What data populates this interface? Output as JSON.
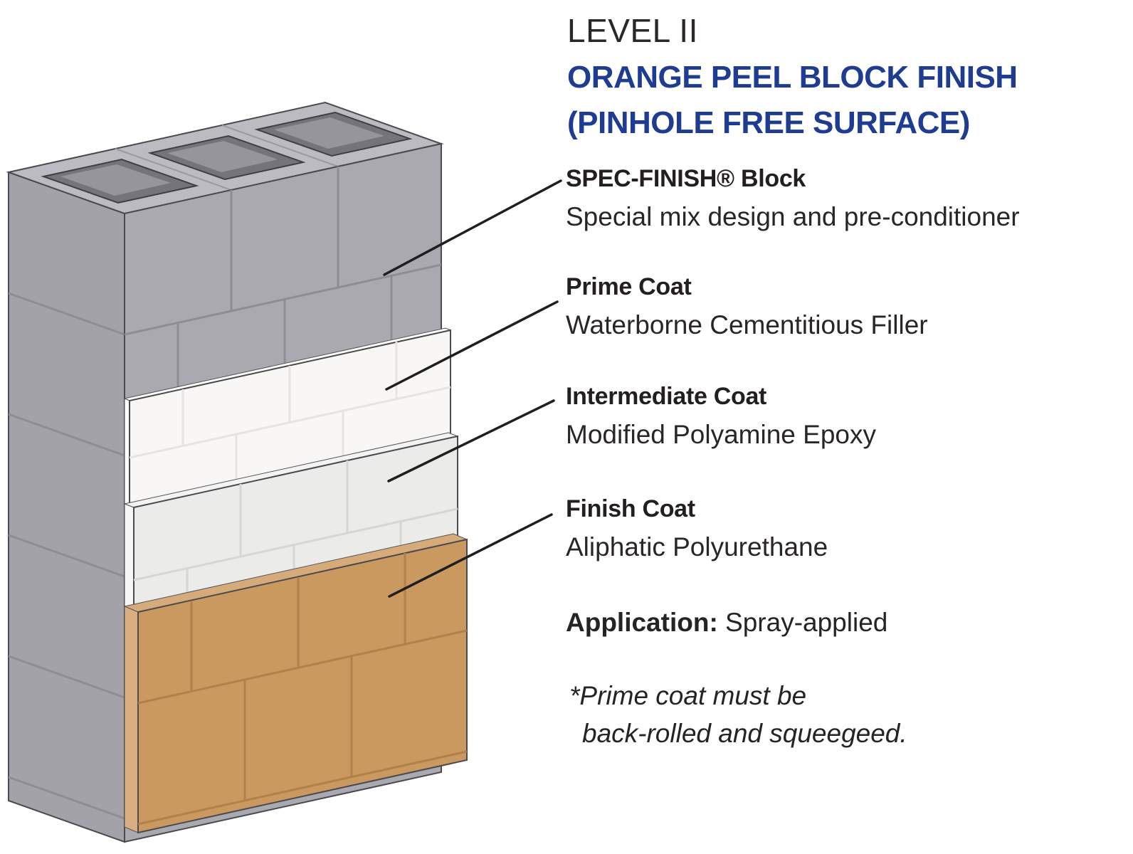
{
  "title": {
    "level": "LEVEL II",
    "finish": "ORANGE PEEL BLOCK FINISH",
    "surface": "(PINHOLE FREE SURFACE)"
  },
  "callouts": [
    {
      "heading": "SPEC-FINISH® Block",
      "desc": "Special mix design and pre-conditioner"
    },
    {
      "heading": "Prime Coat",
      "desc": "Waterborne Cementitious Filler"
    },
    {
      "heading": "Intermediate Coat",
      "desc": "Modified Polyamine Epoxy"
    },
    {
      "heading": "Finish Coat",
      "desc": "Aliphatic Polyurethane"
    }
  ],
  "application": {
    "label": "Application:",
    "value": " Spray-applied"
  },
  "footnote": {
    "line1": "*Prime coat must be",
    "line2": "back-rolled and squeegeed."
  },
  "colors": {
    "accent_blue": "#1e3d92",
    "text_dark": "#231f20",
    "block_gray_top": "#bbbbc1",
    "block_gray_left": "#a2a2a8",
    "block_gray_front": "#a9a9af",
    "cell_dark": "#74747a",
    "prime_white": "#f8f7f5",
    "intermediate_gray": "#ebebe9",
    "finish_tan": "#c9995f",
    "mortar_gray": "#8d8d93",
    "leader_line": "#1f1f1f"
  }
}
